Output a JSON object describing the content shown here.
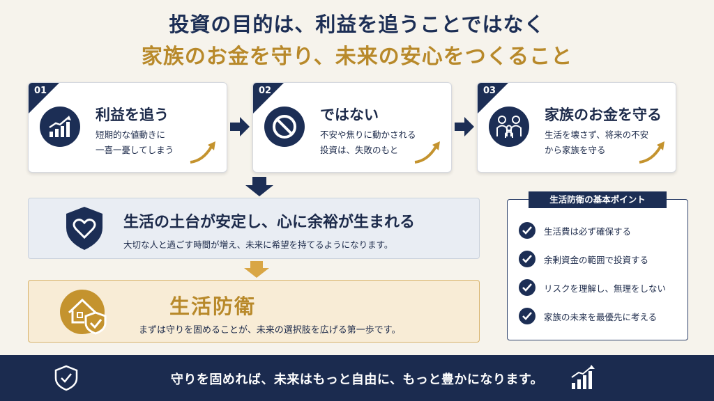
{
  "header": {
    "title_line1": "投資の目的は、利益を追うことではなく",
    "title_line2": "家族のお金を守り、未来の安心をつくること"
  },
  "steps": [
    {
      "number": "01",
      "title": "利益を追う",
      "text_line1": "短期的な値動きに",
      "text_line2": "一喜一憂してしまう",
      "icon": "rising-chart-icon"
    },
    {
      "number": "02",
      "title": "ではない",
      "text_line1": "不安や焦りに動かされる",
      "text_line2": "投資は、失敗のもと",
      "icon": "prohibited-icon"
    },
    {
      "number": "03",
      "title": "家族のお金を守る",
      "text_line1": "生活を壊さず、将来の不安",
      "text_line2": "から家族を守る",
      "icon": "family-icon"
    }
  ],
  "result": {
    "title": "生活の土台が安定し、心に余裕が生まれる",
    "subtitle": "大切な人と過ごす時間が増え、未来に希望を持てるようになります。",
    "icon": "heart-shield-icon"
  },
  "defense": {
    "title": "生活防衛",
    "subtitle": "まずは守りを固めることが、未来の選択肢を広げる第一歩です。",
    "icon": "house-shield-icon"
  },
  "points": {
    "heading": "生活防衛の基本ポイント",
    "items": [
      "生活費は必ず確保する",
      "余剰資金の範囲で投資する",
      "リスクを理解し、無理をしない",
      "家族の未来を最優先に考える"
    ]
  },
  "footer": {
    "text": "守りを固めれば、未来はもっと自由に、もっと豊かになります。",
    "left_icon": "shield-check-icon",
    "right_icon": "growth-chart-icon"
  },
  "colors": {
    "navy": "#1c2e55",
    "gold": "#b8892a",
    "background": "#f6f3ec"
  }
}
